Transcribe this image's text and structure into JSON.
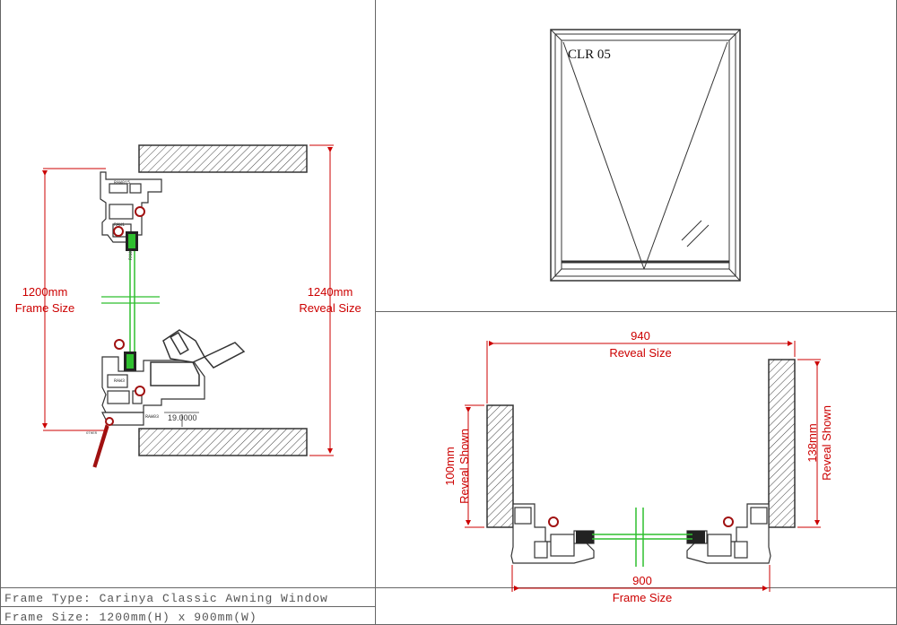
{
  "colors": {
    "dimension": "#cc0000",
    "glass": "#2fbf2f",
    "outline": "#333333",
    "hatch": "#555555",
    "border": "#666666",
    "seal": "#a01010"
  },
  "side_section": {
    "frame_value": "1200mm",
    "frame_label": "Frame Size",
    "reveal_value": "1240mm",
    "reveal_label": "Reveal Size",
    "offset_value": "19.0000",
    "profile_tags": [
      "RAW015",
      "RAW1",
      "RAW6",
      "RAW3",
      "RAW03"
    ],
    "sill_tag": "OTHER"
  },
  "elevation": {
    "code": "CLR 05"
  },
  "plan_section": {
    "reveal_width_value": "940",
    "reveal_width_label": "Reveal Size",
    "frame_width_value": "900",
    "frame_width_label": "Frame Size",
    "left_reveal_value": "100mm",
    "left_reveal_label": "Reveal Shown",
    "right_reveal_value": "138mm",
    "right_reveal_label": "Reveal Shown"
  },
  "title_block": {
    "frame_type": "Frame Type: Carinya Classic Awning Window",
    "frame_size": "Frame Size: 1200mm(H) x 900mm(W)"
  }
}
